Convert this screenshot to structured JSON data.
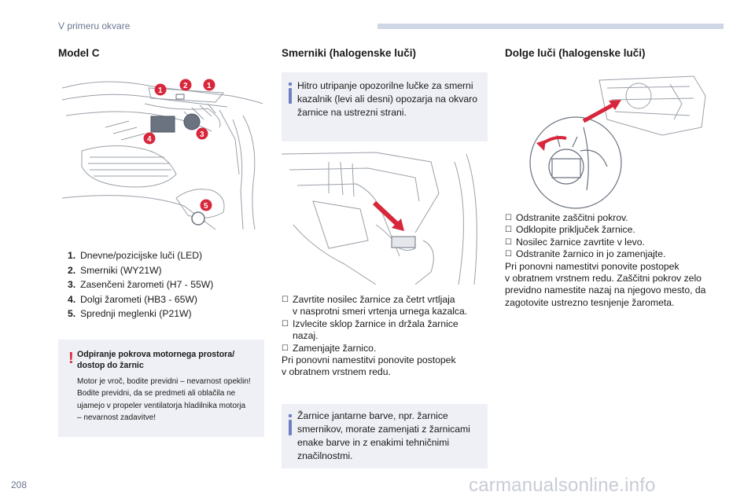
{
  "header": {
    "section": "V primeru okvare"
  },
  "page_number": "208",
  "watermark": "carmanualsonline.info",
  "col1": {
    "title": "Model C",
    "callouts": [
      "1",
      "2",
      "1",
      "3",
      "4",
      "5"
    ],
    "items": [
      {
        "num": "1.",
        "text": "Dnevne/pozicijske luči (LED)"
      },
      {
        "num": "2.",
        "text": "Smerniki (WY21W)"
      },
      {
        "num": "3.",
        "text": "Zasenčeni žarometi (H7 - 55W)"
      },
      {
        "num": "4.",
        "text": "Dolgi žarometi (HB3 - 65W)"
      },
      {
        "num": "5.",
        "text": "Sprednji meglenki (P21W)"
      }
    ],
    "warning": {
      "title_line1": "Odpiranje pokrova motornega prostora/",
      "title_line2": "dostop do žarnic",
      "body": [
        "Motor je vroč, bodite previdni – nevarnost opeklin!",
        "Bodite previdni, da se predmeti ali oblačila ne",
        "ujamejo v propeler ventilatorja hladilnika motorja",
        "– nevarnost zadavitve!"
      ]
    }
  },
  "col2": {
    "title": "Smerniki (halogenske luči)",
    "info": [
      "Hitro utripanje opozorilne lučke za smerni",
      "kazalnik (levi ali desni) opozarja na okvaro",
      "žarnice na ustrezni strani."
    ],
    "steps": [
      {
        "lines": [
          "Zavrtite nosilec žarnice za četrt vrtljaja",
          "v nasprotni smeri vrtenja urnega kazalca."
        ]
      },
      {
        "lines": [
          "Izvlecite sklop žarnice in držala žarnice",
          "nazaj."
        ]
      },
      {
        "lines": [
          "Zamenjajte žarnico."
        ]
      }
    ],
    "after": [
      "Pri ponovni namestitvi ponovite postopek",
      "v obratnem vrstnem redu."
    ],
    "note": [
      "Žarnice jantarne barve, npr. žarnice",
      "smernikov, morate zamenjati z žarnicami",
      "enake barve in z enakimi tehničnimi",
      "značilnostmi."
    ]
  },
  "col3": {
    "title": "Dolge luči (halogenske luči)",
    "steps": [
      {
        "text": "Odstranite zaščitni pokrov."
      },
      {
        "text": "Odklopite priključek žarnice."
      },
      {
        "text": "Nosilec žarnice zavrtite v levo."
      },
      {
        "text": "Odstranite žarnico in jo zamenjajte."
      }
    ],
    "after": [
      "Pri ponovni namestitvi ponovite postopek",
      "v obratnem vrstnem redu. Zaščitni pokrov zelo",
      "previdno namestite nazaj na njegovo mesto, da",
      "zagotovite ustrezno tesnjenje žarometa."
    ]
  },
  "colors": {
    "accent": "#d8263b",
    "info_bar": "#6f80c2",
    "box_bg": "#eef0f5"
  }
}
